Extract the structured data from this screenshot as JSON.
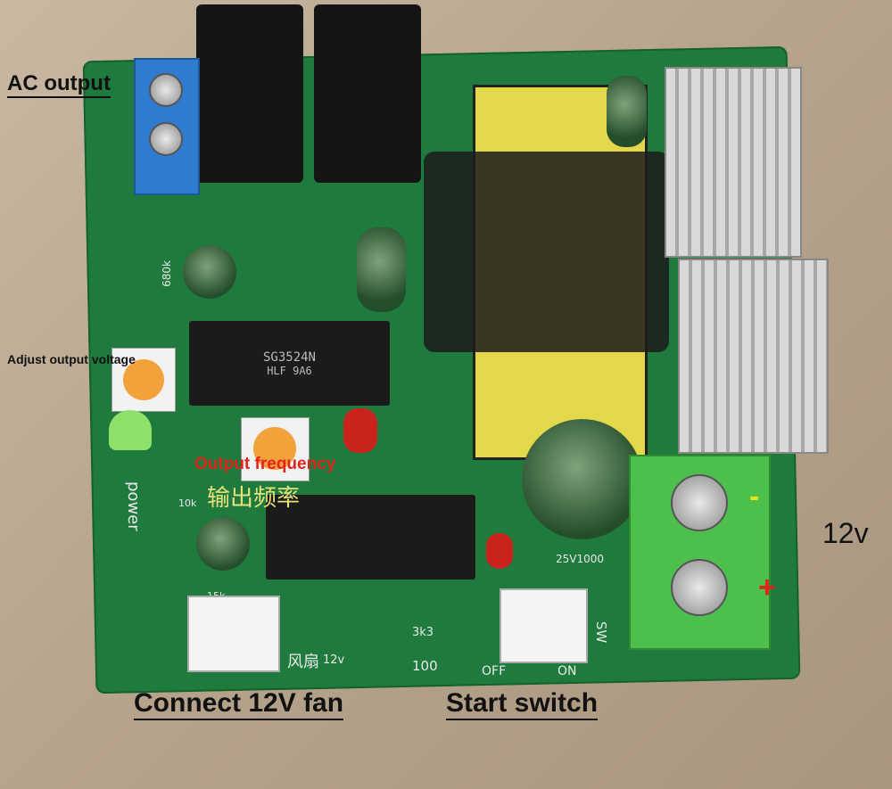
{
  "labels": {
    "ac_output": "AC output",
    "adjust_output_voltage": "Adjust output voltage",
    "output_frequency": "Output frequency",
    "output_frequency_cn": "输出频率",
    "voltage_12v": "12v",
    "minus": "-",
    "plus": "+",
    "connect_fan": "Connect 12V fan",
    "start_switch": "Start switch"
  },
  "board_text": {
    "ic_top": "SG3524N",
    "ic_top_sub": "HLF  9A6",
    "power": "power",
    "fan_cn": "风扇",
    "fan_12v": "12v",
    "r_3k3": "3k3",
    "r_100": "100",
    "sw": "SW",
    "off": "OFF",
    "on": "ON",
    "cap_rating": "25V1000",
    "r_680k": "680k",
    "r_10k": "10k",
    "r_15k": "15k"
  },
  "colors": {
    "pcb": "#1f7a3d",
    "label_red": "#e3231b",
    "plus_red": "#e3231b",
    "minus_yellow": "#e8e21a"
  }
}
